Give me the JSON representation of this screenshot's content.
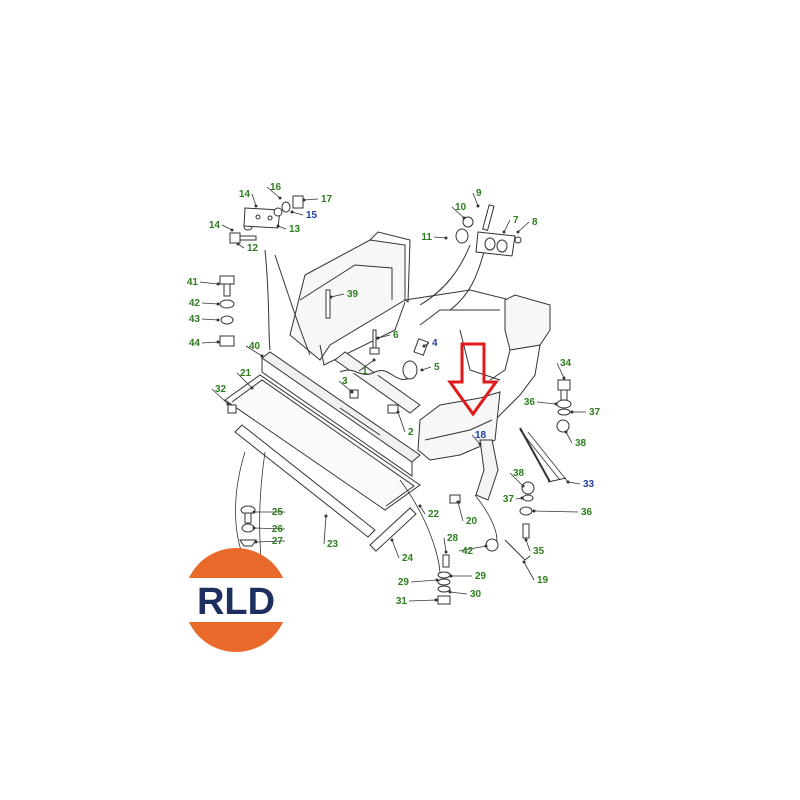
{
  "colors": {
    "callout_green": "#2e7d1e",
    "callout_blue": "#1f3fa6",
    "highlight_arrow": "#e01a1a",
    "line_art": "#333333",
    "logo_orange": "#e8692a",
    "logo_navy": "#1c2f5e"
  },
  "logo": {
    "text": "RLD"
  },
  "highlight": {
    "target_part": "18",
    "icon": "arrow-down-icon"
  },
  "callouts": [
    {
      "num": "1",
      "color": "green"
    },
    {
      "num": "2",
      "color": "green"
    },
    {
      "num": "3",
      "color": "green"
    },
    {
      "num": "4",
      "color": "blue"
    },
    {
      "num": "5",
      "color": "green"
    },
    {
      "num": "6",
      "color": "green"
    },
    {
      "num": "7",
      "color": "green"
    },
    {
      "num": "8",
      "color": "green"
    },
    {
      "num": "9",
      "color": "green"
    },
    {
      "num": "10",
      "color": "green"
    },
    {
      "num": "11",
      "color": "green"
    },
    {
      "num": "12",
      "color": "green"
    },
    {
      "num": "13",
      "color": "green"
    },
    {
      "num": "14",
      "color": "green"
    },
    {
      "num": "14",
      "color": "green"
    },
    {
      "num": "15",
      "color": "blue"
    },
    {
      "num": "16",
      "color": "green"
    },
    {
      "num": "17",
      "color": "green"
    },
    {
      "num": "18",
      "color": "blue"
    },
    {
      "num": "19",
      "color": "green"
    },
    {
      "num": "20",
      "color": "green"
    },
    {
      "num": "21",
      "color": "green"
    },
    {
      "num": "22",
      "color": "green"
    },
    {
      "num": "23",
      "color": "green"
    },
    {
      "num": "24",
      "color": "green"
    },
    {
      "num": "25",
      "color": "green"
    },
    {
      "num": "26",
      "color": "green"
    },
    {
      "num": "27",
      "color": "green"
    },
    {
      "num": "28",
      "color": "green"
    },
    {
      "num": "29",
      "color": "green"
    },
    {
      "num": "29",
      "color": "green"
    },
    {
      "num": "30",
      "color": "green"
    },
    {
      "num": "31",
      "color": "green"
    },
    {
      "num": "32",
      "color": "green"
    },
    {
      "num": "33",
      "color": "blue"
    },
    {
      "num": "34",
      "color": "green"
    },
    {
      "num": "35",
      "color": "green"
    },
    {
      "num": "36",
      "color": "green"
    },
    {
      "num": "36",
      "color": "green"
    },
    {
      "num": "37",
      "color": "green"
    },
    {
      "num": "37",
      "color": "green"
    },
    {
      "num": "38",
      "color": "green"
    },
    {
      "num": "38",
      "color": "green"
    },
    {
      "num": "39",
      "color": "green"
    },
    {
      "num": "40",
      "color": "green"
    },
    {
      "num": "41",
      "color": "green"
    },
    {
      "num": "42",
      "color": "green"
    },
    {
      "num": "42",
      "color": "green"
    },
    {
      "num": "43",
      "color": "green"
    },
    {
      "num": "44",
      "color": "green"
    }
  ]
}
